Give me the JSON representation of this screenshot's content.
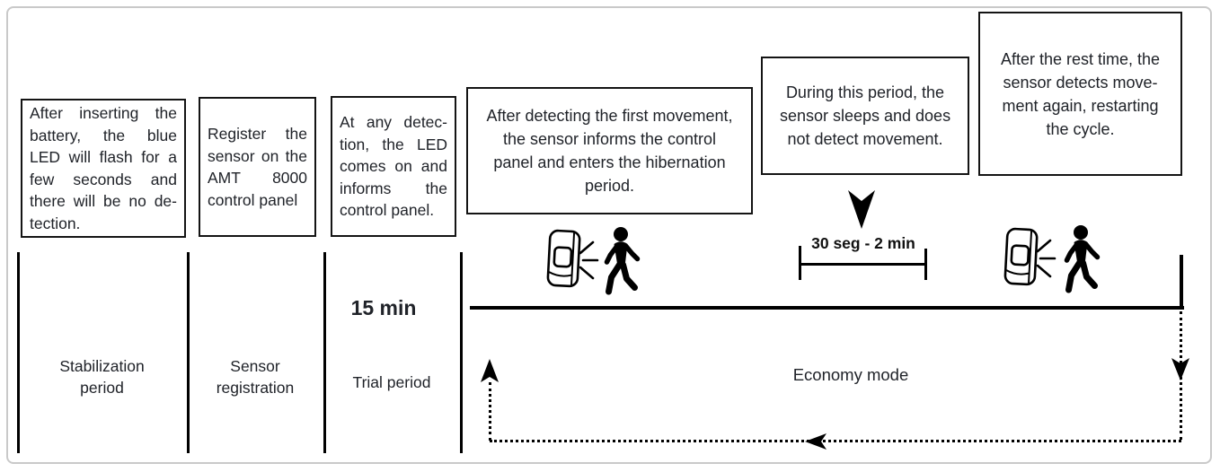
{
  "info_boxes": [
    {
      "name": "stabilization-note",
      "lines": [
        "After inserting the",
        "battery, the blue",
        "LED will flash for a",
        "few seconds and",
        "there will be no de-",
        "tection."
      ]
    },
    {
      "name": "registration-note",
      "lines": [
        "Register the",
        "sensor on the",
        "AMT 8000",
        "control panel"
      ]
    },
    {
      "name": "trial-note",
      "lines": [
        "At any detec-",
        "tion, the LED",
        "comes on and",
        "informs the",
        "control panel."
      ]
    },
    {
      "name": "first-movement-note",
      "text": "After detecting the first movement,\nthe sensor informs the control\npanel and enters the hibernation\nperiod."
    },
    {
      "name": "sleep-note",
      "text": "During this period, the\nsensor sleeps and does\nnot detect movement."
    },
    {
      "name": "restart-note",
      "text": "After the rest time, the\nsensor detects move-\nment again, restarting\nthe cycle."
    }
  ],
  "timeline": {
    "segments": [
      {
        "label": "Stabilization\nperiod"
      },
      {
        "label": "Sensor\nregistration"
      },
      {
        "duration": "15 min",
        "label": "Trial period"
      }
    ],
    "hibernation_range": "30 seg - 2 min",
    "economy_mode_label": "Economy mode"
  },
  "icons": [
    {
      "name": "motion-sensor-icon",
      "depicts": "PIR motion sensor device"
    },
    {
      "name": "detection-rays-icon",
      "depicts": "detection flash rays"
    },
    {
      "name": "walking-person-icon",
      "depicts": "person walking"
    },
    {
      "name": "down-arrowhead-icon",
      "depicts": "solid arrow pointing down"
    },
    {
      "name": "up-arrowhead-icon",
      "depicts": "solid arrow pointing up"
    },
    {
      "name": "left-arrowhead-icon",
      "depicts": "solid arrow pointing left"
    }
  ],
  "colors": {
    "ink": "#000000",
    "text": "#202329",
    "box_border": "#141414",
    "frame_border": "#c9c9c9",
    "background": "#ffffff"
  }
}
